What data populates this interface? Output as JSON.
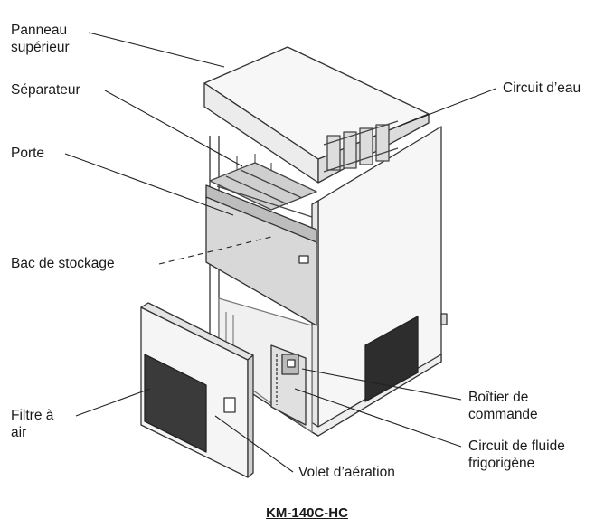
{
  "labels": {
    "top_panel": [
      "Panneau",
      "supérieur"
    ],
    "separator": "Séparateur",
    "door": "Porte",
    "storage_bin": "Bac de stockage",
    "air_filter": [
      "Filtre à",
      "air"
    ],
    "water_circuit": "Circuit d’eau",
    "control_box": [
      "Boîtier de",
      "commande"
    ],
    "refrigerant_circuit": [
      "Circuit de fluide",
      "frigorigène"
    ],
    "air_shutter": "Volet d’aération"
  },
  "model": "KM-140C-HC",
  "colors": {
    "line": "#333333",
    "panel": "#f4f4f4",
    "shade": "#d6d6d6",
    "dark": "#555555"
  }
}
